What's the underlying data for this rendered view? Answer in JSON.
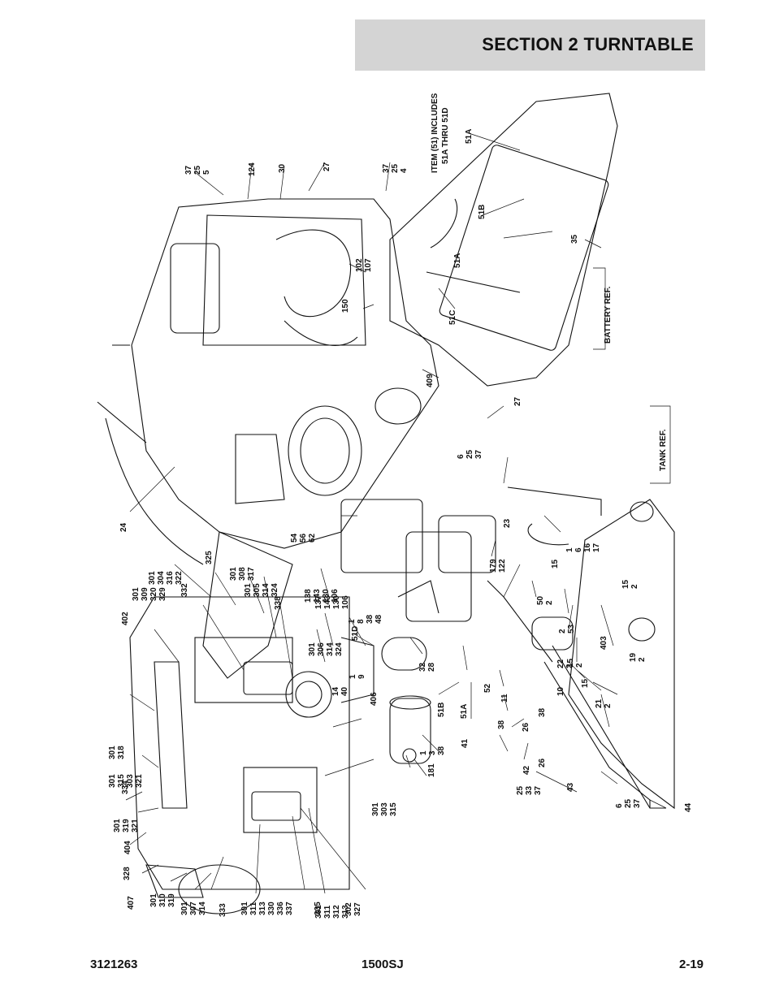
{
  "header": {
    "section_title": "SECTION 2   TURNTABLE"
  },
  "footer": {
    "left": "3121263",
    "center": "1500SJ",
    "right": "2-19"
  },
  "reference_boxes": {
    "battery": "BATTERY REF.",
    "tank": "TANK REF."
  },
  "note": [
    "ITEM (51) INCLUDES",
    "51A THRU 51D"
  ],
  "callouts": [
    [
      "37",
      "25",
      "5"
    ],
    [
      "124"
    ],
    [
      "30"
    ],
    [
      "27"
    ],
    [
      "37",
      "25",
      "4"
    ],
    [
      "51A"
    ],
    [
      "51B"
    ],
    [
      "35"
    ],
    [
      "51A"
    ],
    [
      "102",
      "107"
    ],
    [
      "150"
    ],
    [
      "51C"
    ],
    [
      "409"
    ],
    [
      "27"
    ],
    [
      "6",
      "25",
      "37"
    ],
    [
      "24"
    ],
    [
      "54",
      "56",
      "62"
    ],
    [
      "1",
      "6",
      "16",
      "17"
    ],
    [
      "23"
    ],
    [
      "179",
      "122"
    ],
    [
      "15"
    ],
    [
      "15",
      "2"
    ],
    [
      "301",
      "304",
      "316",
      "322"
    ],
    [
      "325"
    ],
    [
      "301",
      "308",
      "317"
    ],
    [
      "301",
      "305",
      "314",
      "324"
    ],
    [
      "138",
      "143",
      "130",
      "106"
    ],
    [
      "137",
      "143",
      "130",
      "106"
    ],
    [
      "332"
    ],
    [
      "301",
      "309",
      "320",
      "329"
    ],
    [
      "402"
    ],
    [
      "338"
    ],
    [
      "301",
      "306",
      "314",
      "324"
    ],
    [
      "1",
      "8",
      "38",
      "48"
    ],
    [
      "51D"
    ],
    [
      "50",
      "2"
    ],
    [
      "2",
      "53"
    ],
    [
      "403"
    ],
    [
      "19",
      "2"
    ],
    [
      "15",
      "2"
    ],
    [
      "22",
      "2"
    ],
    [
      "15"
    ],
    [
      "21",
      "2"
    ],
    [
      "10"
    ],
    [
      "32",
      "28"
    ],
    [
      "1",
      "9"
    ],
    [
      "14",
      "40"
    ],
    [
      "406"
    ],
    [
      "51B"
    ],
    [
      "51A"
    ],
    [
      "52"
    ],
    [
      "11"
    ],
    [
      "38"
    ],
    [
      "26"
    ],
    [
      "38"
    ],
    [
      "26"
    ],
    [
      "42"
    ],
    [
      "43"
    ],
    [
      "25",
      "33",
      "37"
    ],
    [
      "6",
      "25",
      "37"
    ],
    [
      "44"
    ],
    [
      "41"
    ],
    [
      "1",
      "3",
      "38"
    ],
    [
      "181"
    ],
    [
      "301",
      "315",
      "303",
      "321"
    ],
    [
      "301",
      "318"
    ],
    [
      "334"
    ],
    [
      "301",
      "319",
      "321"
    ],
    [
      "404"
    ],
    [
      "328"
    ],
    [
      "407"
    ],
    [
      "301",
      "310",
      "319"
    ],
    [
      "301",
      "307",
      "314"
    ],
    [
      "333"
    ],
    [
      "301",
      "311",
      "313",
      "330",
      "336",
      "337"
    ],
    [
      "335"
    ],
    [
      "301",
      "311",
      "312",
      "313"
    ],
    [
      "302",
      "327"
    ],
    [
      "301",
      "303",
      "315"
    ]
  ]
}
